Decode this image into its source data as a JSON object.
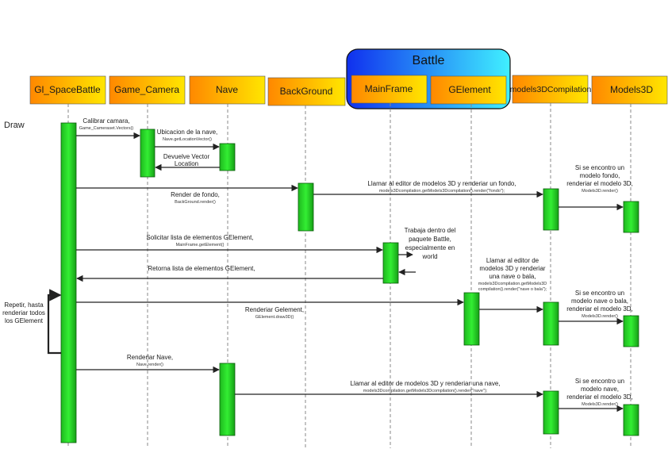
{
  "package": {
    "title": "Battle"
  },
  "lifelines": [
    {
      "id": "gl",
      "label": "Gl_SpaceBattle"
    },
    {
      "id": "cam",
      "label": "Game_Camera"
    },
    {
      "id": "nave",
      "label": "Nave"
    },
    {
      "id": "bg",
      "label": "BackGround"
    },
    {
      "id": "mf",
      "label": "MainFrame"
    },
    {
      "id": "ge",
      "label": "GElement"
    },
    {
      "id": "m3c",
      "label": "models3DCompilation"
    },
    {
      "id": "m3d",
      "label": "Models3D"
    }
  ],
  "diagram_label": "Draw",
  "messages": [
    {
      "id": "calibrar",
      "from": "gl",
      "to": "cam",
      "lines": [
        "Calibrar camara,"
      ],
      "sub": [
        "Game_Cameraset.Vectors()"
      ],
      "style": "solid"
    },
    {
      "id": "ubicacion",
      "from": "cam",
      "to": "nave",
      "lines": [
        "Ubicacion de la nave,"
      ],
      "sub": [
        "Nave.getLocationVector()"
      ],
      "style": "solid"
    },
    {
      "id": "devuelve",
      "from": "nave",
      "to": "cam",
      "lines": [
        "Devuelve Vector",
        "Location"
      ],
      "sub": [],
      "style": "solid"
    },
    {
      "id": "render-fondo",
      "from": "gl",
      "to": "bg",
      "lines": [
        "Render de fondo,"
      ],
      "sub": [
        "BackGround.render()"
      ],
      "style": "solid"
    },
    {
      "id": "llamar-fondo",
      "from": "bg",
      "to": "m3c",
      "lines": [
        "Llamar al editor de modelos 3D y renderiar un fondo,"
      ],
      "sub": [
        "models3Dcompilation.getModels3Dcompilation().render(\"fondo\");"
      ],
      "style": "solid"
    },
    {
      "id": "render-fondo-m3d",
      "from": "m3c",
      "to": "m3d",
      "lines": [],
      "sub": [],
      "style": "solid"
    },
    {
      "id": "solicitar",
      "from": "gl",
      "to": "mf",
      "lines": [
        "Solicitar lista de elementos GElement,"
      ],
      "sub": [
        "MainFrame.getElement()"
      ],
      "style": "solid"
    },
    {
      "id": "retorna",
      "from": "mf",
      "to": "gl",
      "lines": [
        "Retorna lista de elementos GElement,"
      ],
      "sub": [],
      "style": "solid"
    },
    {
      "id": "renderiar-gelement",
      "from": "gl",
      "to": "ge",
      "lines": [
        "Renderiar Gelement,"
      ],
      "sub": [
        "GElement.draw3D()"
      ],
      "style": "solid"
    },
    {
      "id": "ge-to-m3c",
      "from": "ge",
      "to": "m3c",
      "lines": [],
      "sub": [],
      "style": "solid"
    },
    {
      "id": "m3c-to-m3d-bala",
      "from": "m3c",
      "to": "m3d",
      "lines": [],
      "sub": [],
      "style": "solid"
    },
    {
      "id": "renderiar-nave",
      "from": "gl",
      "to": "nave",
      "lines": [
        "Renderiar Nave,"
      ],
      "sub": [
        "Nave.render()"
      ],
      "style": "solid"
    },
    {
      "id": "llamar-nave",
      "from": "nave",
      "to": "m3c",
      "lines": [
        "Llamar al editor de modelos 3D y renderiar una nave,"
      ],
      "sub": [
        "models3Dcompilation.getModels3Dcompilation().render(\"nave\");"
      ],
      "style": "solid"
    },
    {
      "id": "m3c-to-m3d-nave",
      "from": "m3c",
      "to": "m3d",
      "lines": [],
      "sub": [],
      "style": "solid"
    }
  ],
  "notes": [
    {
      "id": "note-fondo",
      "lines": [
        "Si se encontro un",
        "modelo fondo,",
        "renderiar el modelo 3D,"
      ],
      "sub": [
        "Models3D.render()"
      ]
    },
    {
      "id": "note-trabaja",
      "lines": [
        "Trabaja dentro del",
        "paquete Battle,",
        "especialmente en",
        "world"
      ],
      "sub": []
    },
    {
      "id": "note-llamar-bala",
      "lines": [
        "Llamar al editor de",
        "modelos 3D y renderiar",
        "una nave o bala,"
      ],
      "sub": [
        "models3Dcompilation.getModels3D",
        "compilation().render(\"nave o bala\");"
      ]
    },
    {
      "id": "note-bala",
      "lines": [
        "Si se encontro un",
        "modelo nave o bala,",
        "renderiar el modelo 3D,"
      ],
      "sub": [
        "Models3D.render()"
      ]
    },
    {
      "id": "note-nave",
      "lines": [
        "Si se encontro un",
        "modelo nave,",
        "renderiar el modelo 3D,"
      ],
      "sub": [
        "Models3D.render()"
      ]
    },
    {
      "id": "note-repetir",
      "lines": [
        "Repetir, hasta",
        "renderiar todos",
        "los GElement"
      ],
      "sub": []
    }
  ],
  "colors": {
    "header_top": "#ffcc00",
    "header_bottom": "#ff8800",
    "package_left": "#1133ee",
    "package_right": "#44eeff",
    "activation": "#22cc22",
    "activation_border": "#116611",
    "arrow": "#222222"
  }
}
